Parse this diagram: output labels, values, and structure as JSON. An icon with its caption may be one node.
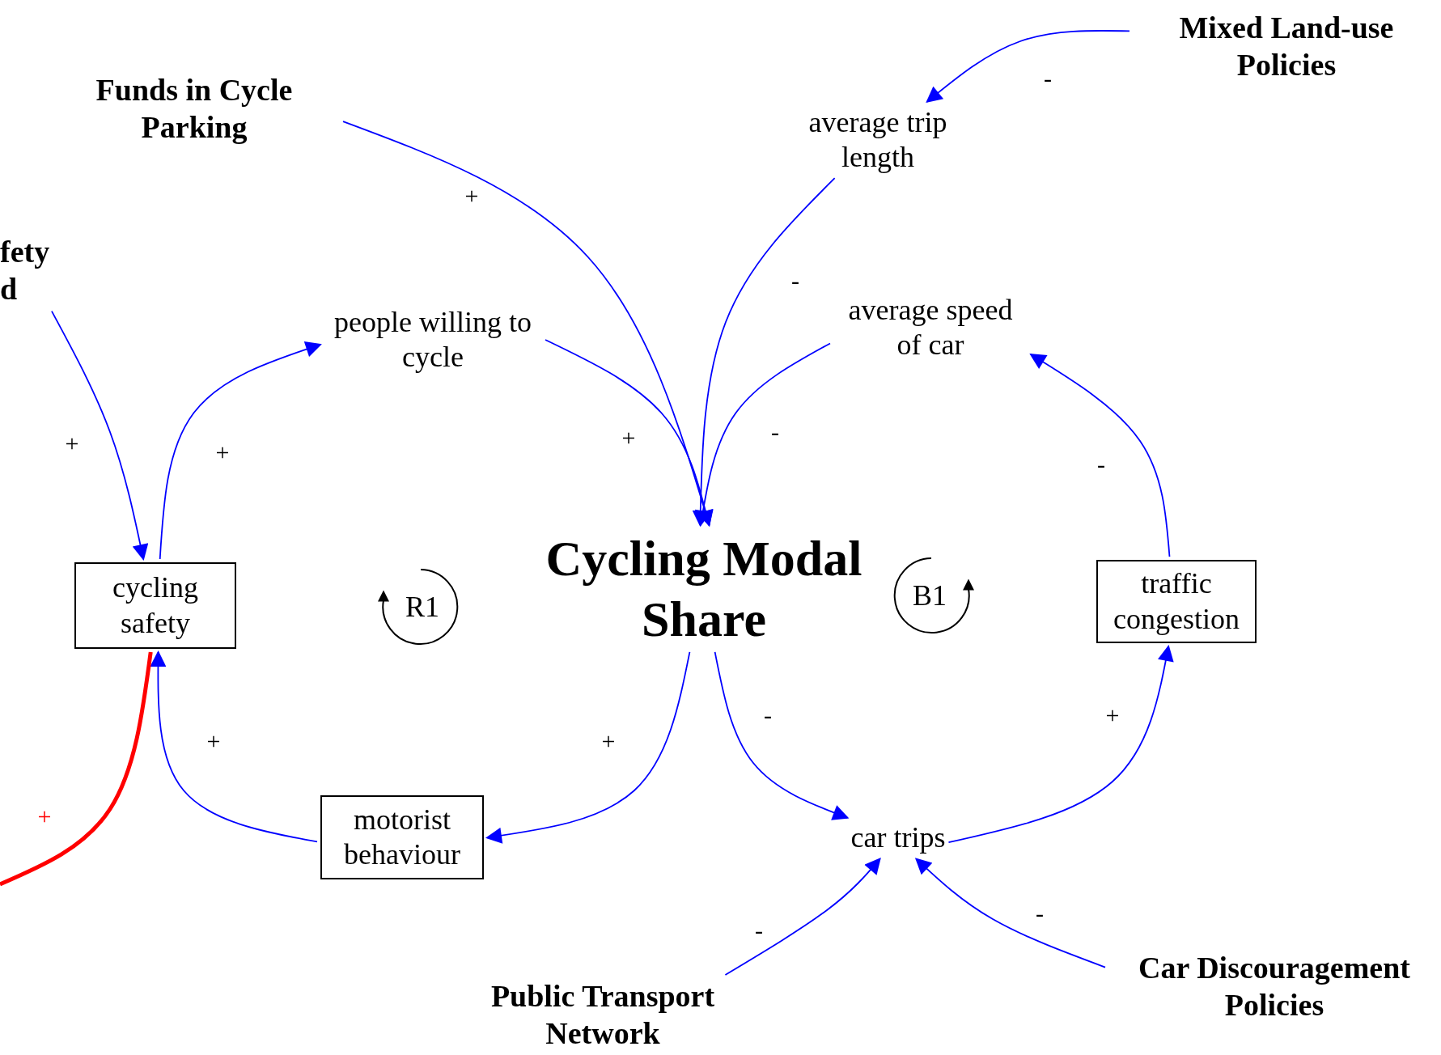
{
  "diagram": {
    "nodes": [
      {
        "text": [
          "Funds in Cycle Parking"
        ]
      },
      {
        "text": [
          "Mixed Land-use Policies"
        ]
      },
      {
        "text": [
          "average trip length"
        ]
      },
      {
        "text": [
          "fety d"
        ]
      },
      {
        "text": [
          "people willing to cycle"
        ]
      },
      {
        "text": [
          "average speed of car"
        ]
      },
      {
        "text": [
          "Cycling Modal Share"
        ]
      },
      {
        "text": [
          "cycling safety"
        ]
      },
      {
        "text": [
          "traffic congestion"
        ]
      },
      {
        "text": [
          "motorist behaviour"
        ]
      },
      {
        "text": [
          "car trips"
        ]
      },
      {
        "text": [
          "Public Transport Network"
        ]
      },
      {
        "text": [
          "Car Discouragement Policies"
        ]
      }
    ],
    "edges": [
      {
        "from": 0,
        "to": 6,
        "arrow": "to",
        "label": "+"
      },
      {
        "from": 2,
        "to": 6,
        "arrow": "to",
        "label": "-"
      },
      {
        "from": 1,
        "to": 2,
        "arrow": "to",
        "label": "-"
      },
      {
        "from": 4,
        "to": 6,
        "arrow": "to",
        "label": "+"
      },
      {
        "from": 5,
        "to": 6,
        "arrow": "to",
        "label": "-"
      },
      {
        "from": 3,
        "to": 7,
        "arrow": "to",
        "label": "+"
      },
      {
        "from": 7,
        "to": 4,
        "arrow": "to",
        "label": "+"
      },
      {
        "from": 9,
        "to": 7,
        "arrow": "to",
        "label": "+"
      },
      {
        "from": 6,
        "to": 9,
        "arrow": "to",
        "label": "+"
      },
      {
        "from": 6,
        "to": 10,
        "arrow": "to",
        "label": "-"
      },
      {
        "from": 10,
        "to": 8,
        "arrow": "to",
        "label": "+"
      },
      {
        "from": 8,
        "to": 5,
        "arrow": "to",
        "label": "-"
      },
      {
        "from": 11,
        "to": 10,
        "arrow": "to",
        "label": "-"
      },
      {
        "from": 12,
        "to": 10,
        "arrow": "to",
        "label": "-"
      },
      {
        "from": 7,
        "to": null,
        "arrow": "none",
        "label": "+",
        "style": "thick",
        "color": "#ff0000"
      }
    ],
    "labels": [
      "R1",
      "B1"
    ]
  }
}
